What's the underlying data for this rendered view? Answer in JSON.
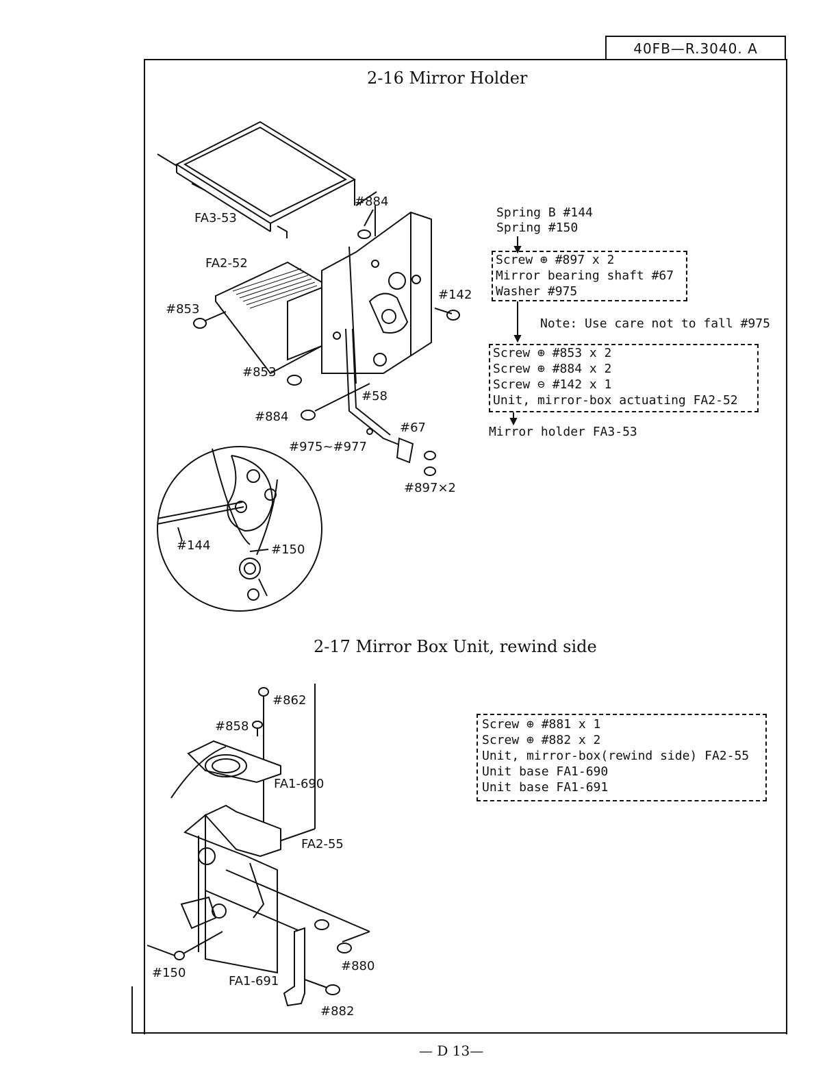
{
  "doc_id": "40FB—R.3040. A",
  "section1": {
    "title": "2-16   Mirror Holder",
    "labels": {
      "p884_top": "#884",
      "fa3_53": "FA3-53",
      "fa2_52": "FA2-52",
      "p142": "#142",
      "p853_a": "#853",
      "p853_b": "#853",
      "p58": "#58",
      "p884_b": "#884",
      "p67": "#67",
      "p975": "#975~#977",
      "p897": "#897×2",
      "p144": "#144",
      "p150": "#150"
    },
    "notes": {
      "spring_b": "Spring B #144",
      "spring": "Spring #150",
      "box1": [
        "Screw ⊕ #897 x 2",
        "Mirror bearing shaft #67",
        "Washer #975"
      ],
      "note": "Note: Use care not to fall #975",
      "box2": [
        "Screw ⊕ #853 x 2",
        "Screw ⊕ #884 x 2",
        "Screw ⊖ #142 x 1",
        "Unit, mirror-box actuating FA2-52"
      ],
      "result": "Mirror holder FA3-53"
    }
  },
  "section2": {
    "title": "2-17   Mirror Box Unit, rewind  side",
    "labels": {
      "p862": "#862",
      "p858": "#858",
      "fa1_690": "FA1-690",
      "fa2_55": "FA2-55",
      "p880": "#880",
      "p150": "#150",
      "fa1_691": "FA1-691",
      "p882": "#882"
    },
    "box": [
      "Screw ⊕ #881 x 1",
      "Screw ⊕ #882 x 2",
      "Unit, mirror-box(rewind side) FA2-55",
      "Unit base FA1-690",
      "Unit base FA1-691"
    ]
  },
  "footer": "— D 13—"
}
